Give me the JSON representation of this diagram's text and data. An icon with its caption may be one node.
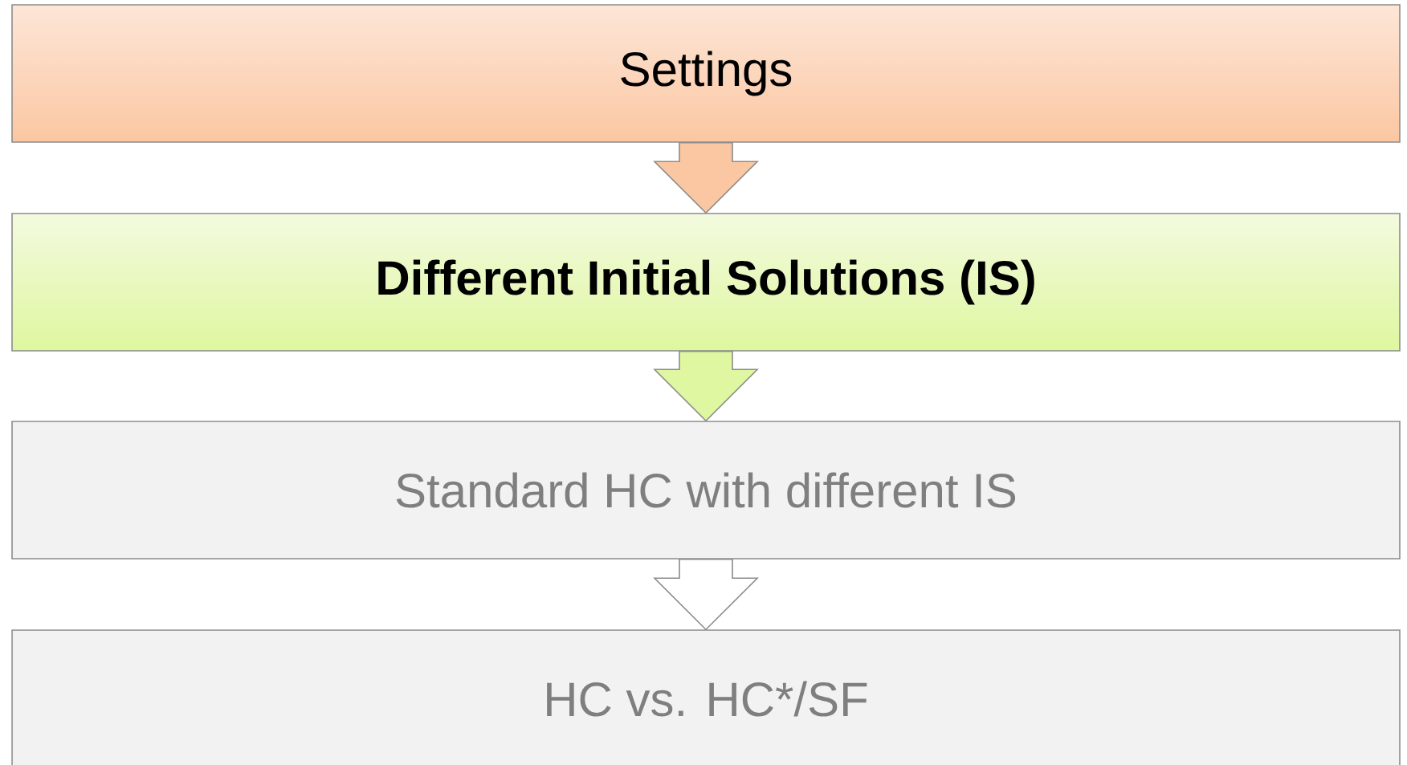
{
  "diagram": {
    "nodes": [
      {
        "text": [
          "Settings"
        ]
      },
      {
        "text": [
          "Different Initial Solutions (IS)"
        ]
      },
      {
        "text": [
          "Standard HC with different IS"
        ]
      },
      {
        "text": [
          "HC vs. HC*/SF"
        ]
      }
    ],
    "edges": [
      {
        "from": 0,
        "to": 1,
        "arrow": "to"
      },
      {
        "from": 1,
        "to": 2,
        "arrow": "to"
      },
      {
        "from": 2,
        "to": 3,
        "arrow": "to"
      }
    ]
  }
}
